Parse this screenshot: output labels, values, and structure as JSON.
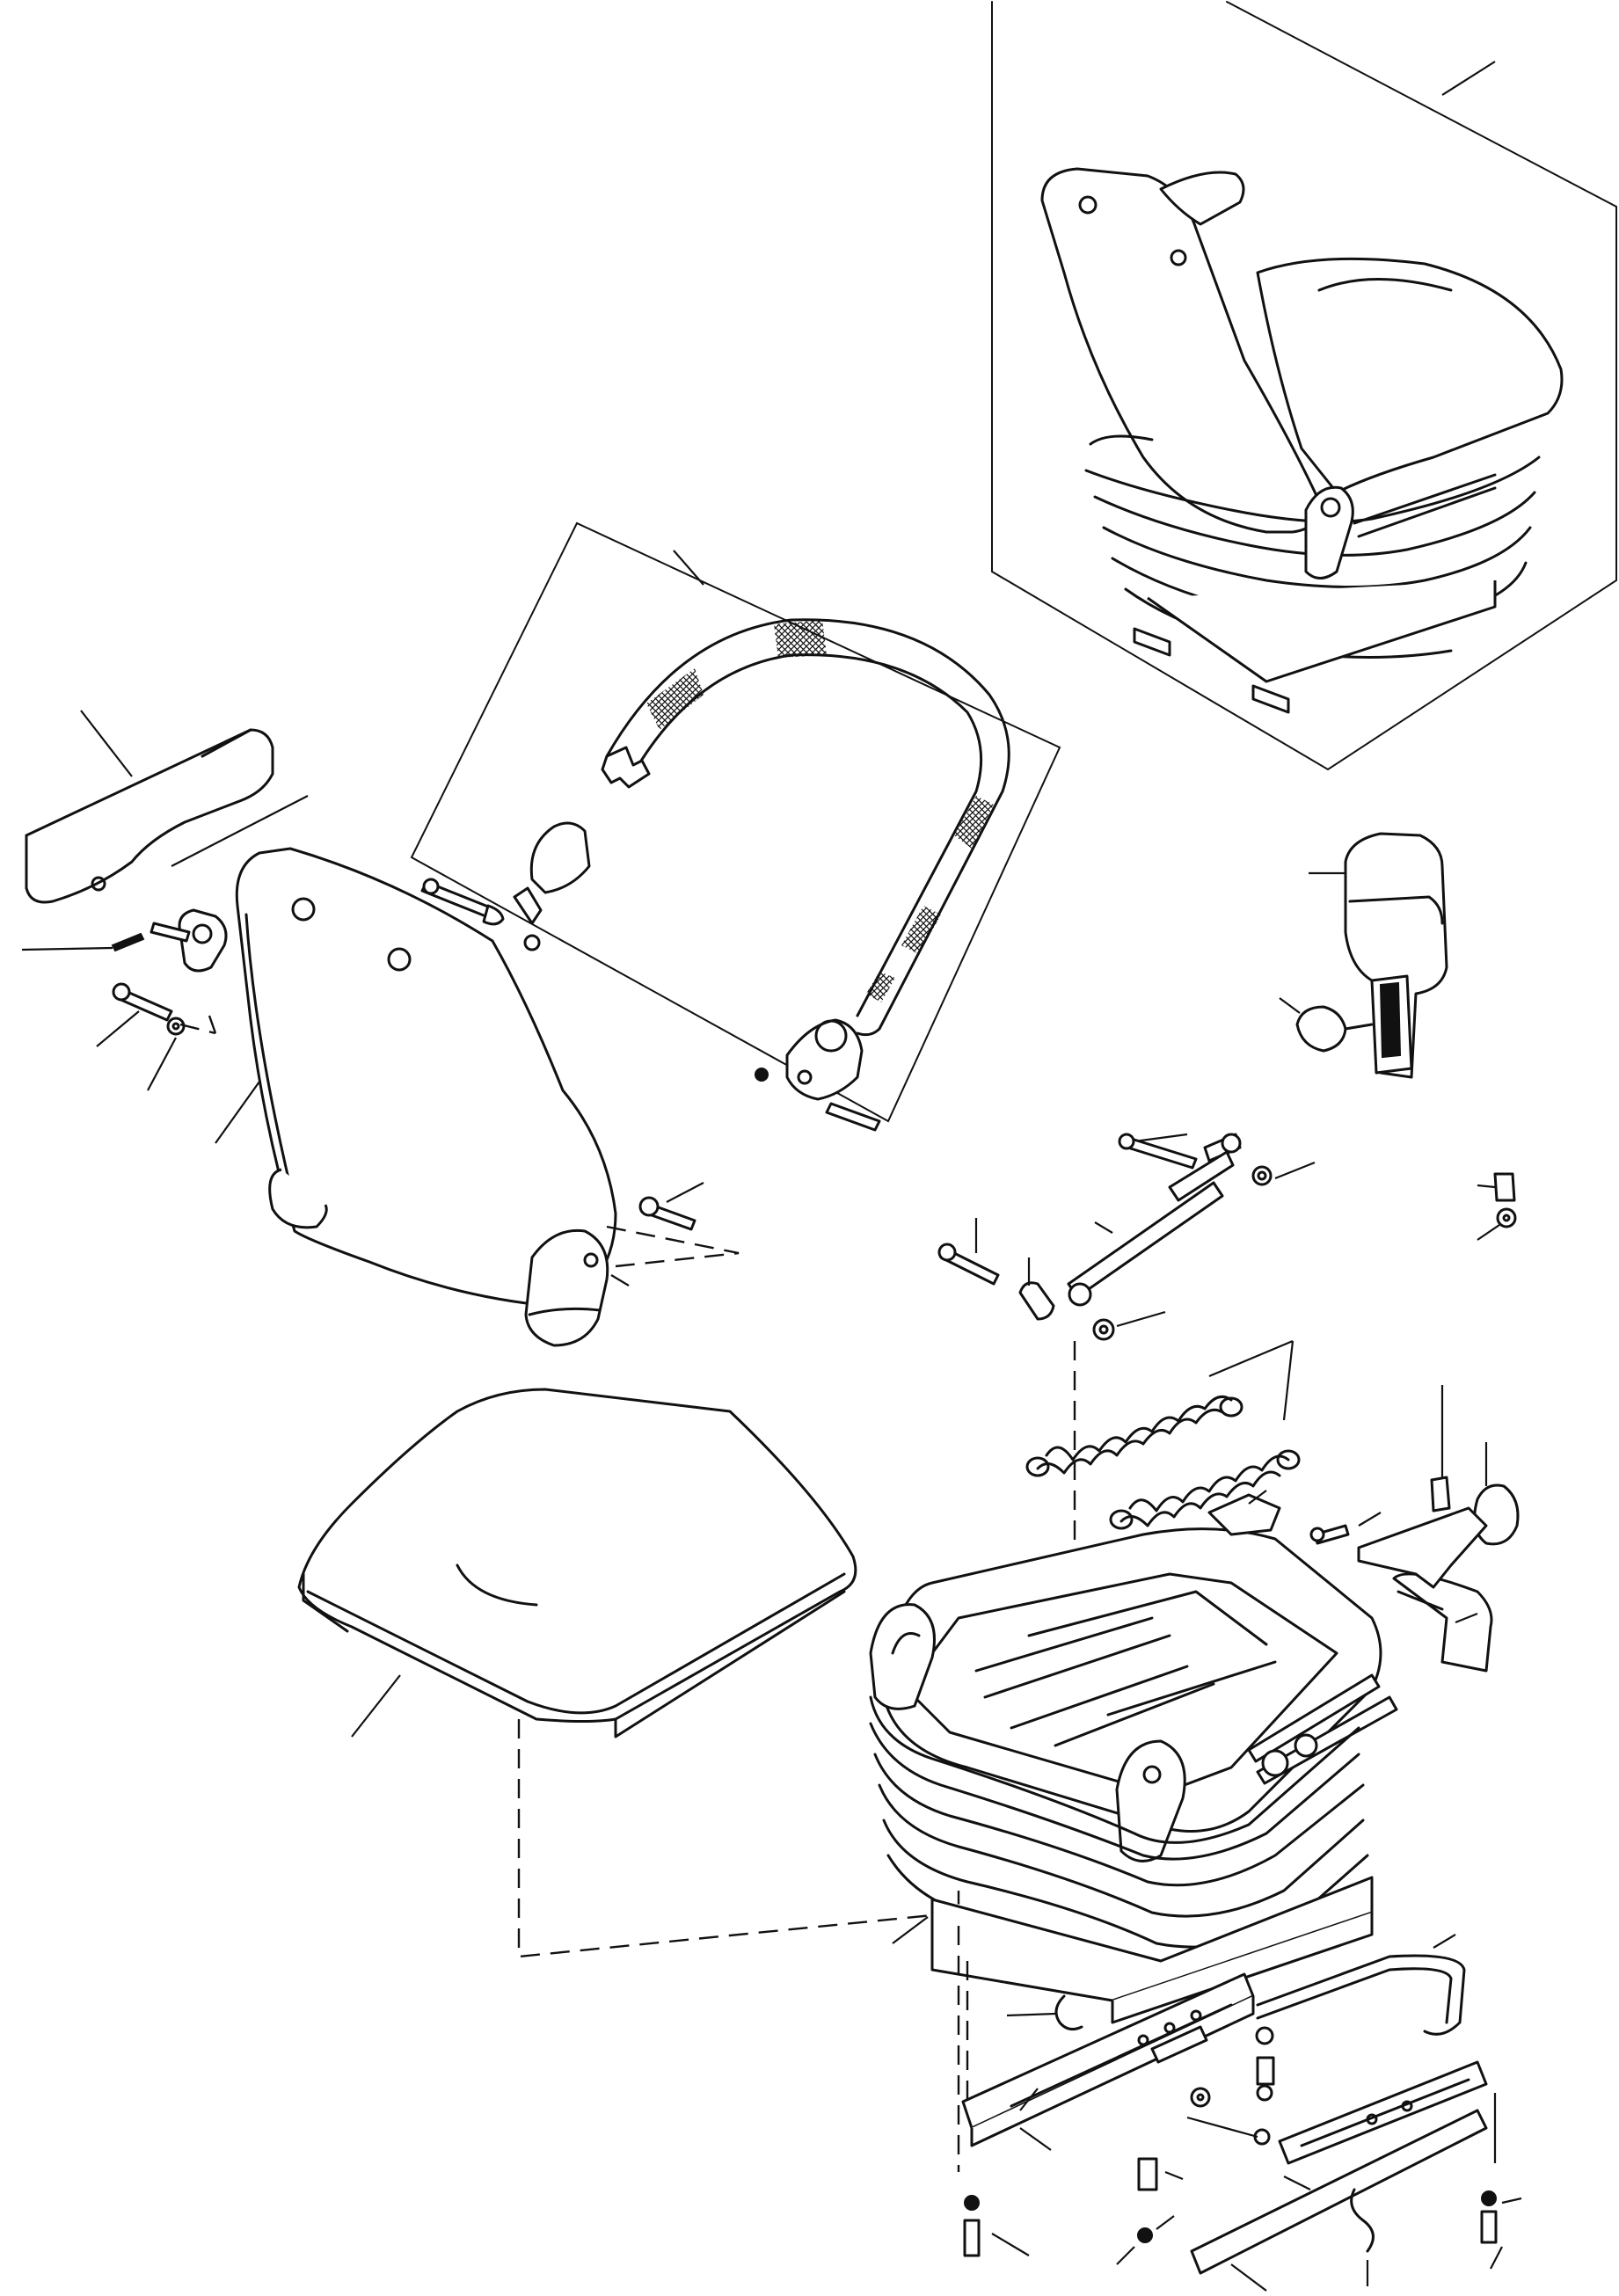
{
  "diagram": {
    "parts": [
      {
        "id": "complete-seat-assembly",
        "icon": "seat-assembly-icon"
      },
      {
        "id": "seat-belt",
        "icon": "seat-belt-icon"
      },
      {
        "id": "armrest-left",
        "icon": "armrest-icon"
      },
      {
        "id": "armrest-right",
        "icon": "armrest-icon"
      },
      {
        "id": "backrest",
        "icon": "backrest-icon"
      },
      {
        "id": "seat-cushion",
        "icon": "cushion-icon"
      },
      {
        "id": "suspension-base",
        "icon": "suspension-icon"
      },
      {
        "id": "gas-damper",
        "icon": "damper-icon"
      },
      {
        "id": "springs",
        "icon": "spring-icon"
      },
      {
        "id": "adjust-knob",
        "icon": "knob-icon"
      },
      {
        "id": "slide-rails",
        "icon": "rail-icon"
      },
      {
        "id": "adjust-lever",
        "icon": "lever-icon"
      },
      {
        "id": "bolts-nuts-washers",
        "icon": "fastener-icon"
      }
    ]
  }
}
